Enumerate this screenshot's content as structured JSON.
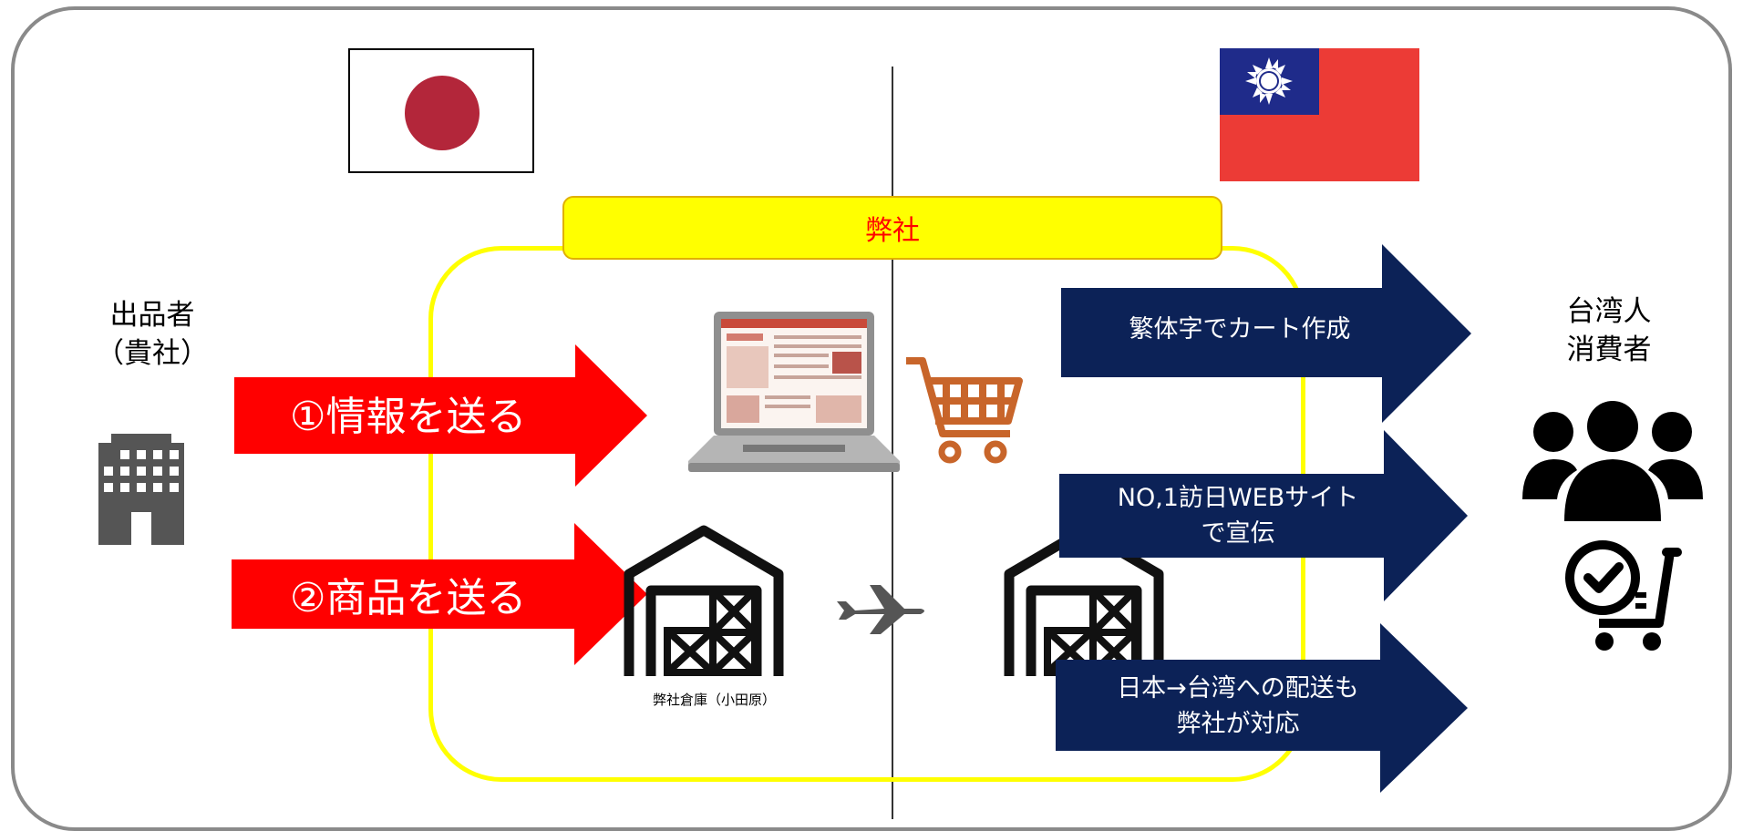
{
  "company": {
    "label": "弊社"
  },
  "seller": {
    "line1": "出品者",
    "line2": "（貴社）"
  },
  "consumer": {
    "line1": "台湾人",
    "line2": "消費者"
  },
  "steps": [
    {
      "label": "①情報を送る"
    },
    {
      "label": "②商品を送る"
    }
  ],
  "warehouse": {
    "caption": "弊社倉庫（小田原）"
  },
  "services": [
    {
      "line1": "繁体字でカート作成",
      "line2": ""
    },
    {
      "line1": "NO,1訪日WEBサイト",
      "line2": "で宣伝"
    },
    {
      "line1": "日本→台湾への配送も",
      "line2": "弊社が対応"
    }
  ],
  "colors": {
    "red_arrow": "#ff0000",
    "navy_arrow": "#0c2257",
    "company_box": "#ffff00",
    "cart_orange": "#c8652a",
    "japan_disc": "#b3263a",
    "taiwan_red": "#ec3b36",
    "taiwan_blue": "#1f2b8a"
  },
  "icons": [
    "building-icon",
    "laptop-icon",
    "cart-icon",
    "warehouse-icon",
    "airplane-icon",
    "people-icon",
    "checkout-cart-icon",
    "japan-flag",
    "taiwan-flag"
  ]
}
